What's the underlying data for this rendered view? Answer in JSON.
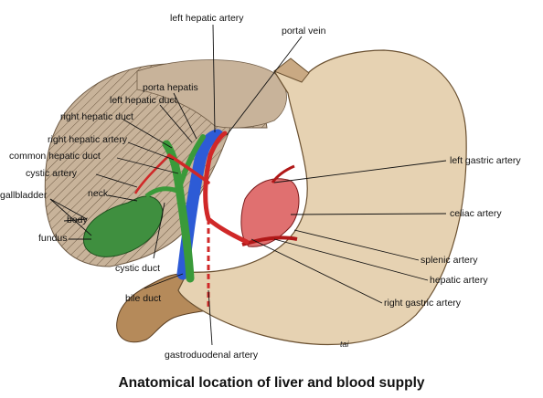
{
  "caption": "Anatomical location of liver and blood supply",
  "artist_mark": "tai",
  "colors": {
    "liver": "#c8b39a",
    "stomach": "#e6d2b2",
    "duodenum": "#b58a5a",
    "portal_vein": "#2d5bd6",
    "bile_duct": "#3a9a3a",
    "artery": "#d02828",
    "gallbladder": "#3f8f3f",
    "celiac_region": "#e07070"
  },
  "labels": {
    "left_hepatic_artery": "left hepatic artery",
    "portal_vein": "portal vein",
    "porta_hepatis": "porta hepatis",
    "left_hepatic_duct": "left hepatic duct",
    "right_hepatic_duct": "right hepatic duct",
    "right_hepatic_artery": "right hepatic artery",
    "common_hepatic_duct": "common hepatic duct",
    "cystic_artery": "cystic artery",
    "gallbladder": "gallbladder",
    "neck": "neck",
    "body": "body",
    "fundus": "fundus",
    "cystic_duct": "cystic duct",
    "bile_duct": "bile duct",
    "gastroduodenal_artery": "gastroduodenal artery",
    "left_gastric_artery": "left gastric artery",
    "celiac_artery": "celiac artery",
    "splenic_artery": "splenic artery",
    "hepatic_artery": "hepatic artery",
    "right_gastric_artery": "right gastric artery"
  }
}
